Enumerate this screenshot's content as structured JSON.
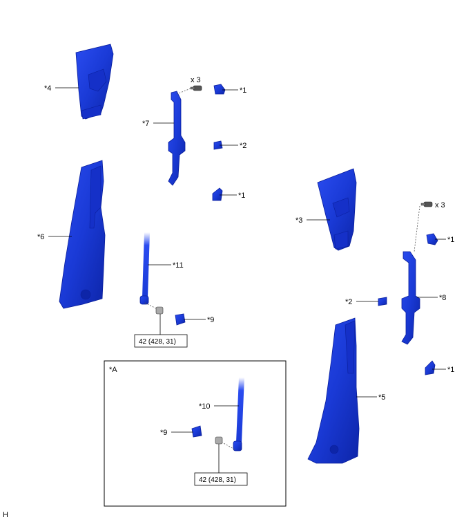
{
  "parts": {
    "p4": "*4",
    "p7": "*7",
    "p1a": "*1",
    "p2a": "*2",
    "p1b": "*1",
    "p6": "*6",
    "p11": "*11",
    "p9a": "*9",
    "p3": "*3",
    "p1c": "*1",
    "p2b": "*2",
    "p8": "*8",
    "p5": "*5",
    "p1d": "*1",
    "p10": "*10",
    "p9b": "*9"
  },
  "qty": {
    "left": "x 3",
    "right": "x 3"
  },
  "torque": {
    "main": "42 (428, 31)",
    "inset": "42 (428, 31)"
  },
  "inset_title": "*A",
  "corner": "H",
  "colors": {
    "part": "#1a3ad6",
    "part_dark": "#0a1f9c",
    "outline": "#000000"
  },
  "icons": [
    "bolt-icon",
    "clip-icon"
  ]
}
